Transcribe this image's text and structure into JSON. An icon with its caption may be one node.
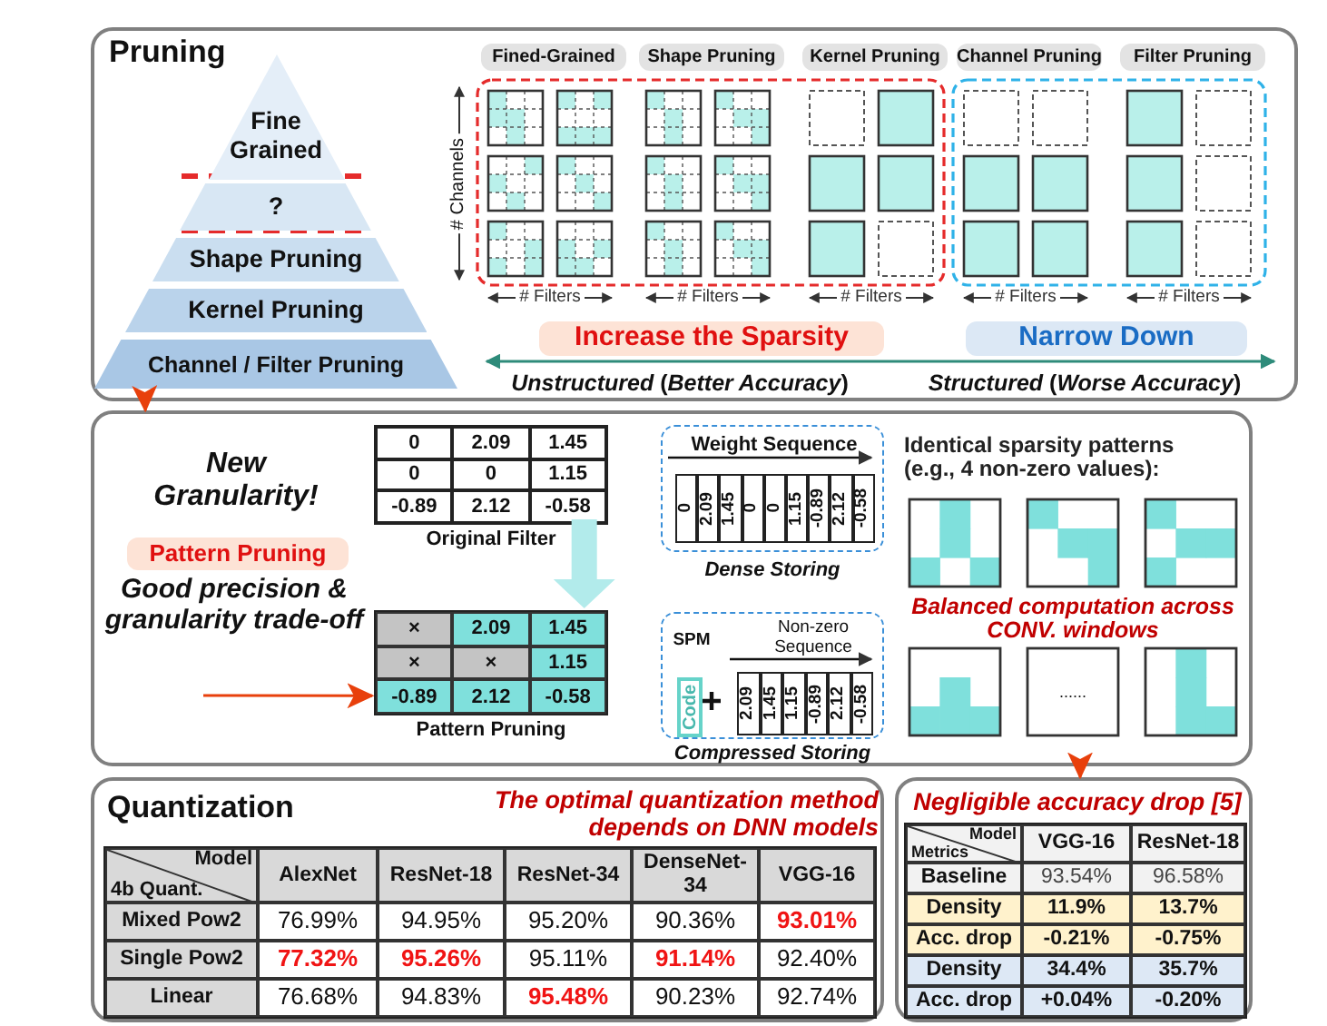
{
  "diagram": {
    "nodes": [
      {
        "text": [
          "Pruning"
        ]
      },
      {
        "text": [
          "Fine Grained"
        ],
        "in": 0
      },
      {
        "text": [
          "?"
        ],
        "in": 0
      },
      {
        "text": [
          "Shape Pruning"
        ],
        "in": 0
      },
      {
        "text": [
          "Kernel Pruning"
        ],
        "in": 0
      },
      {
        "text": [
          "Channel / Filter Pruning"
        ],
        "in": 0
      },
      {
        "text": [
          "Fined-Grained"
        ],
        "in": 0
      },
      {
        "text": [
          "Shape Pruning"
        ],
        "in": 0
      },
      {
        "text": [
          "Kernel Pruning"
        ],
        "in": 0
      },
      {
        "text": [
          "Channel Pruning"
        ],
        "in": 0
      },
      {
        "text": [
          "Filter Pruning"
        ],
        "in": 0
      },
      {
        "text": [
          "Increase the Sparsity"
        ],
        "in": 0
      },
      {
        "text": [
          "Narrow Down"
        ],
        "in": 0
      },
      {
        "text": [],
        "shape": "box"
      },
      {
        "text": [
          "Pattern Pruning"
        ],
        "in": 13
      },
      {
        "text": [],
        "shape": "box",
        "beside": [
          "Original Filter"
        ],
        "in": 13
      },
      {
        "text": [],
        "shape": "box",
        "beside": [
          "Pattern Pruning"
        ],
        "in": 13
      },
      {
        "text": [
          "Weight Sequence"
        ],
        "beside": [
          "Dense Storing"
        ],
        "in": 13
      },
      {
        "text": [
          "SPM",
          "Non-zero Sequence"
        ],
        "beside": [
          "Compressed Storing"
        ],
        "in": 13
      },
      {
        "text": [
          "Code"
        ],
        "in": 18
      },
      {
        "text": [
          "Quantization",
          "The optimal quantization method depends on DNN models"
        ]
      },
      {
        "text": [
          "Negligible accuracy drop [5]"
        ]
      }
    ],
    "edges": [
      {
        "from": 0,
        "to": 13,
        "arrow": "to"
      },
      {
        "from": 15,
        "to": 16,
        "arrow": "to",
        "style": "thick",
        "color": "#b2ebeb"
      },
      {
        "from": null,
        "to": 16,
        "arrow": "to"
      },
      {
        "from": 13,
        "to": 21,
        "arrow": "to"
      }
    ],
    "labels": [
      "# Channels",
      "# Filters",
      "# Filters",
      "# Filters",
      "# Filters",
      "# Filters",
      "*Unstructured* (*Better Accuracy*)",
      "*Structured* (*Worse Accuracy*)",
      "New Granularity!",
      "Good precision & granularity trade-off",
      "0",
      "2.09",
      "1.45",
      "0",
      "0",
      "1.15",
      "-0.89",
      "2.12",
      "-0.58",
      "0",
      "2.09",
      "1.45",
      "0",
      "0",
      "1.15",
      "-0.89",
      "2.12",
      "-0.58",
      "×",
      "2.09",
      "1.45",
      "×",
      "×",
      "1.15",
      "-0.89",
      "2.12",
      "-0.58",
      "2.09",
      "1.45",
      "1.15",
      "-0.89",
      "2.12",
      "-0.58",
      "Identical sparsity patterns (e.g., 4 non-zero values):",
      "Balanced computation across CONV. windows",
      "......",
      "Model",
      "4b Quant.",
      "AlexNet",
      "ResNet-18",
      "ResNet-34",
      "DenseNet-34",
      "VGG-16",
      "Mixed Pow2",
      "76.99%",
      "94.95%",
      "95.20%",
      "90.36%",
      "93.01%",
      "Single Pow2",
      "77.32%",
      "95.26%",
      "95.11%",
      "91.14%",
      "92.40%",
      "Linear",
      "76.68%",
      "94.83%",
      "95.48%",
      "90.23%",
      "92.74%",
      "Model",
      "Metrics",
      "VGG-16",
      "ResNet-18",
      "Baseline",
      "93.54%",
      "96.58%",
      "Density",
      "11.9%",
      "13.7%",
      "Acc. drop",
      "-0.21%",
      "-0.75%",
      "Density",
      "34.4%",
      "35.7%",
      "Acc. drop",
      "+0.04%",
      "-0.20%"
    ]
  }
}
